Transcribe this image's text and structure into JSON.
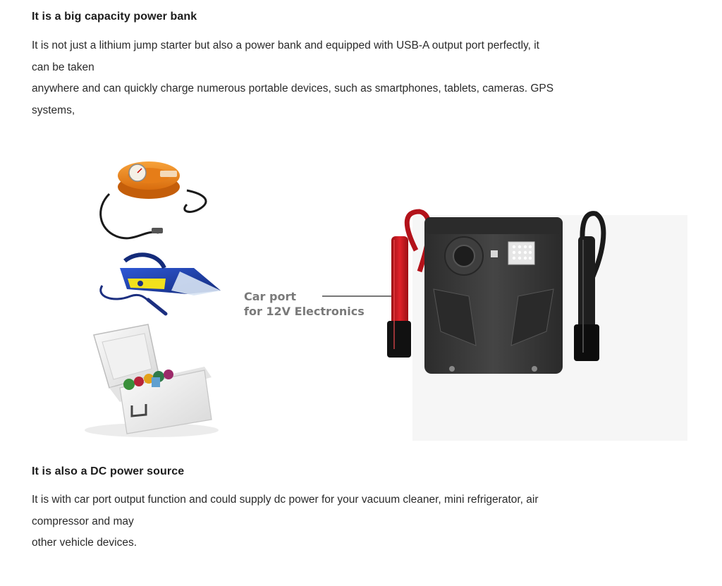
{
  "section1": {
    "title": "It is a big capacity power bank",
    "lines": [
      "It is not just a lithium jump starter but also a power bank and equipped with USB-A output port perfectly, it",
      "can be taken",
      "anywhere and can quickly charge numerous portable devices, such as smartphones, tablets, cameras. GPS",
      "systems,"
    ]
  },
  "figure": {
    "callout_line1": "Car port",
    "callout_line2": "for 12V Electronics",
    "icons": [
      "air-compressor-icon",
      "car-vacuum-cleaner-icon",
      "mini-refrigerator-icon",
      "jump-starter-device-icon"
    ]
  },
  "section2": {
    "title": "It is also a DC power source",
    "lines": [
      "It is with car port output function and could supply dc power for your vacuum cleaner, mini refrigerator, air",
      "compressor and may",
      "other vehicle devices."
    ]
  },
  "colors": {
    "text": "#2a2a2a",
    "heading": "#1c1c1c",
    "callout": "#7a7a7a",
    "clamp_red": "#c8161d",
    "device_body": "#3a3a3a",
    "compressor_orange": "#f08a1c",
    "vacuum_blue": "#1f3ea8"
  }
}
